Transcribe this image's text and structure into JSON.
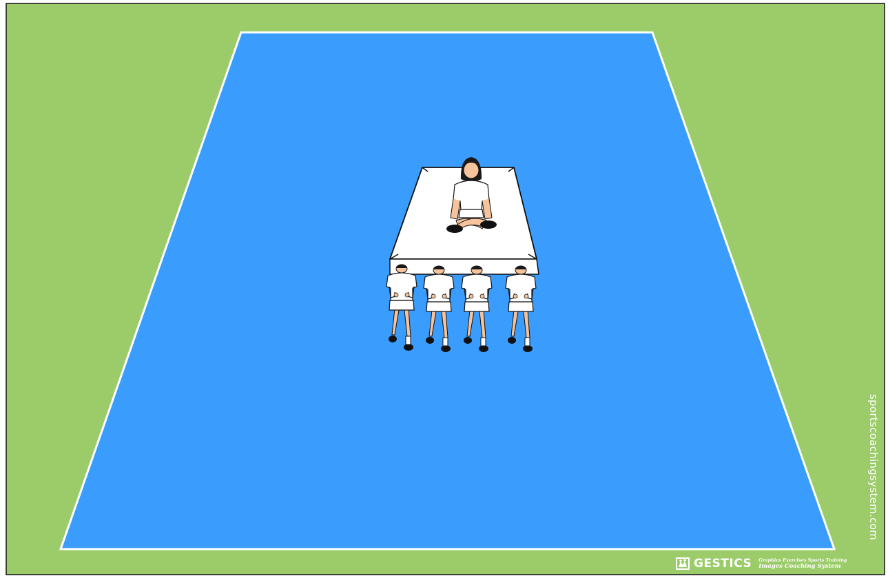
{
  "watermark": {
    "text": "sportscoachingsystem.com"
  },
  "brand": {
    "name": "GESTICS",
    "tagline_line1": "Graphics Exercises Sports Training",
    "tagline_line2": "Images Coaching System"
  },
  "colors": {
    "grass": "#9ccc6a",
    "court": "#3a9cfc",
    "court_lines": "#ffffff",
    "mat": "#ffffff",
    "outline": "#111111",
    "skin": "#f6c39c",
    "hair": "#1a1a1a",
    "kit": "#ffffff"
  },
  "scene": {
    "description_icon": "gymnastics-mat-carry",
    "seated_player": "player-sitting-icon",
    "carrying_players": [
      "player-carrying-icon",
      "player-carrying-icon",
      "player-carrying-icon",
      "player-carrying-icon"
    ]
  }
}
